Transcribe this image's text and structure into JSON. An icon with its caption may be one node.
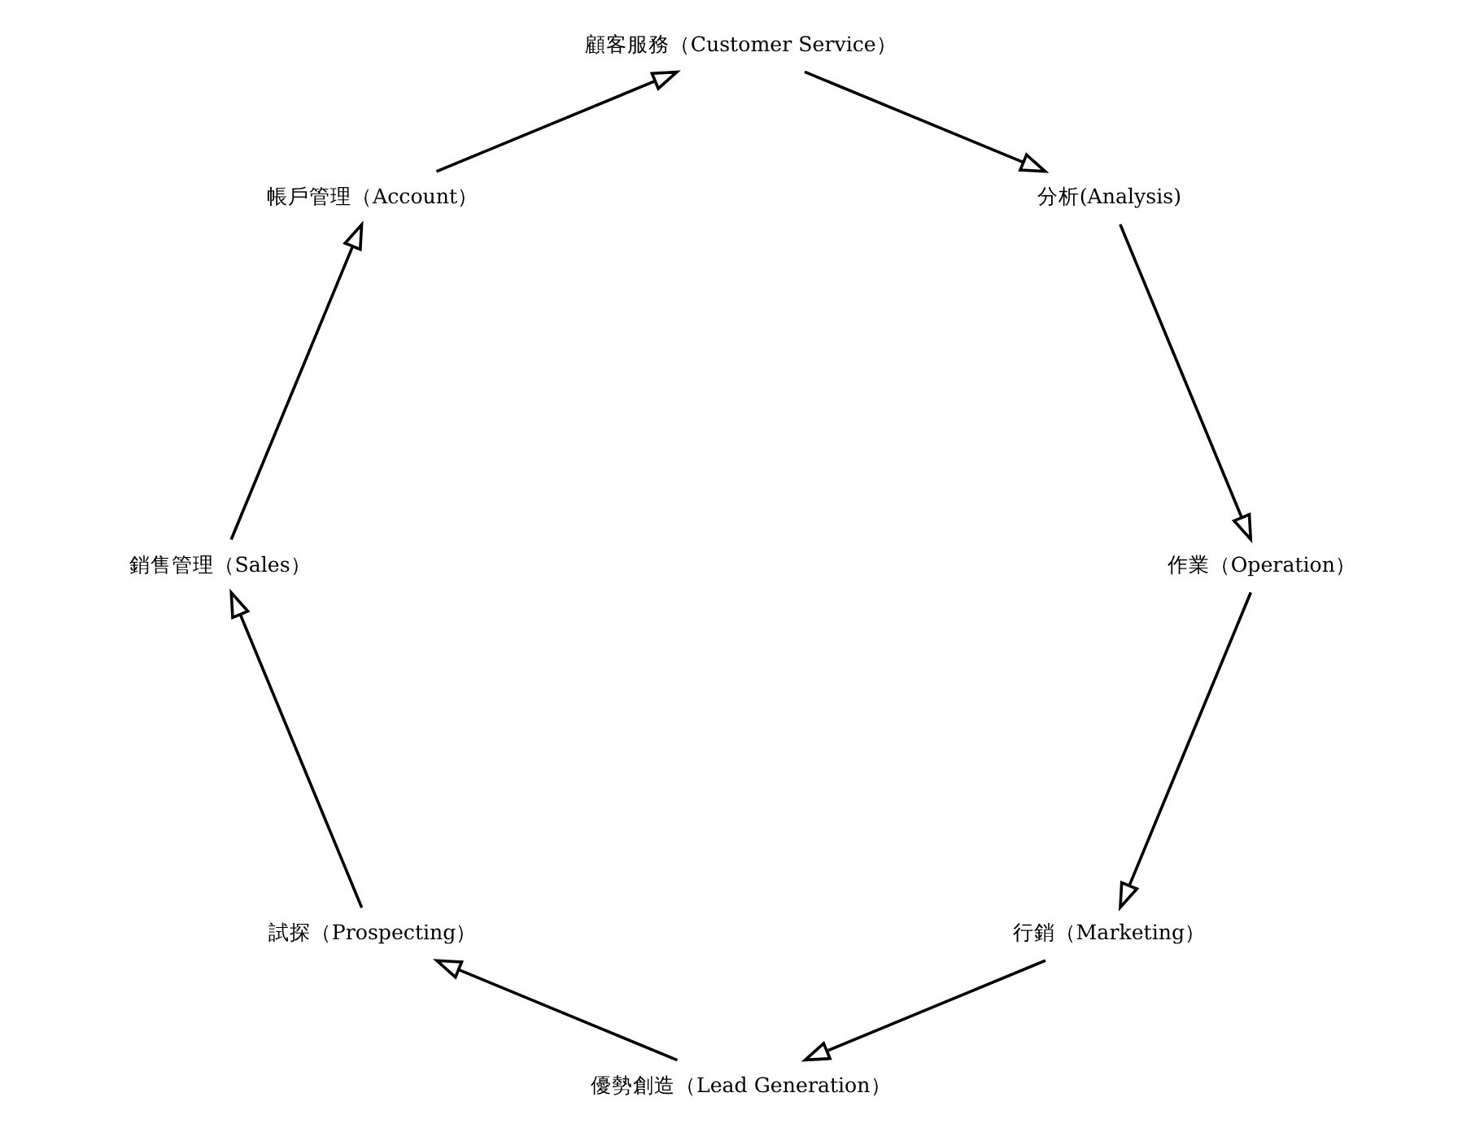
{
  "diagram": {
    "nodes": [
      {
        "text": [
          "行銷（Marketing）"
        ]
      },
      {
        "text": [
          "優勢創造（Lead Generation）"
        ]
      },
      {
        "text": [
          "試探（Prospecting）"
        ]
      },
      {
        "text": [
          "銷售管理（Sales）"
        ]
      },
      {
        "text": [
          "帳戶管理（Account）"
        ]
      },
      {
        "text": [
          "顧客服務（Customer Service）"
        ]
      },
      {
        "text": [
          "分析(Analysis)"
        ]
      },
      {
        "text": [
          "作業（Operation）"
        ]
      }
    ],
    "edges": [
      {
        "from": 0,
        "to": 1,
        "arrow": "to"
      },
      {
        "from": 1,
        "to": 2,
        "arrow": "to"
      },
      {
        "from": 2,
        "to": 3,
        "arrow": "to"
      },
      {
        "from": 3,
        "to": 4,
        "arrow": "to"
      },
      {
        "from": 4,
        "to": 5,
        "arrow": "to"
      },
      {
        "from": 5,
        "to": 6,
        "arrow": "to"
      },
      {
        "from": 6,
        "to": 7,
        "arrow": "to"
      },
      {
        "from": 7,
        "to": 0,
        "arrow": "to"
      }
    ]
  }
}
